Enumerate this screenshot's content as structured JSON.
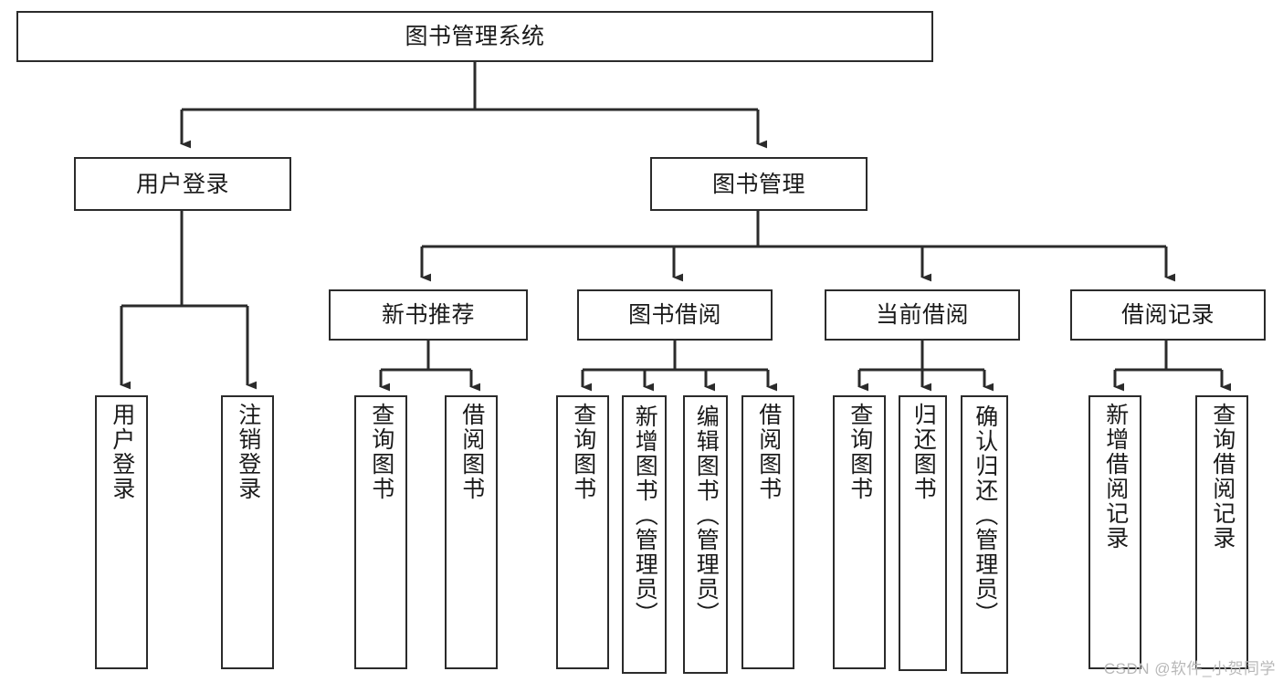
{
  "diagram": {
    "type": "tree-hierarchy",
    "title": "图书管理系统",
    "watermark": "CSDN @软件_小贺同学",
    "colors": {
      "box_border": "#2b2b2b",
      "box_fill": "#ffffff",
      "connector": "#2b2b2b",
      "text": "#1a1a1a",
      "watermark": "#b8b8b8",
      "background": "#ffffff"
    },
    "levels": {
      "level1": "系统根节点",
      "level2": "主功能模块",
      "level3": "子功能操作"
    },
    "nodes": {
      "root": {
        "label": "图书管理系统"
      },
      "level2": [
        {
          "id": "user-login",
          "label": "用户登录"
        },
        {
          "id": "book-management",
          "label": "图书管理"
        }
      ],
      "level3": [
        {
          "id": "new-book-recommend",
          "label": "新书推荐",
          "parent": "book-management"
        },
        {
          "id": "book-borrow",
          "label": "图书借阅",
          "parent": "book-management"
        },
        {
          "id": "current-borrow",
          "label": "当前借阅",
          "parent": "book-management"
        },
        {
          "id": "borrow-record",
          "label": "借阅记录",
          "parent": "book-management"
        }
      ],
      "leaves": {
        "user_login": [
          {
            "id": "leaf-user-login",
            "label": "用户登录"
          },
          {
            "id": "leaf-logout",
            "label": "注销登录"
          }
        ],
        "new_book_recommend": [
          {
            "id": "leaf-query-book-1",
            "label": "查询图书"
          },
          {
            "id": "leaf-borrow-book-1",
            "label": "借阅图书"
          }
        ],
        "book_borrow": [
          {
            "id": "leaf-query-book-2",
            "label": "查询图书"
          },
          {
            "id": "leaf-add-book",
            "label": "新增图书（管理员）"
          },
          {
            "id": "leaf-edit-book",
            "label": "编辑图书（管理员）"
          },
          {
            "id": "leaf-borrow-book-2",
            "label": "借阅图书"
          }
        ],
        "current_borrow": [
          {
            "id": "leaf-query-book-3",
            "label": "查询图书"
          },
          {
            "id": "leaf-return-book",
            "label": "归还图书"
          },
          {
            "id": "leaf-confirm-return",
            "label": "确认归还（管理员）"
          }
        ],
        "borrow_record": [
          {
            "id": "leaf-add-record",
            "label": "新增借阅记录"
          },
          {
            "id": "leaf-query-record",
            "label": "查询借阅记录"
          }
        ]
      }
    }
  }
}
